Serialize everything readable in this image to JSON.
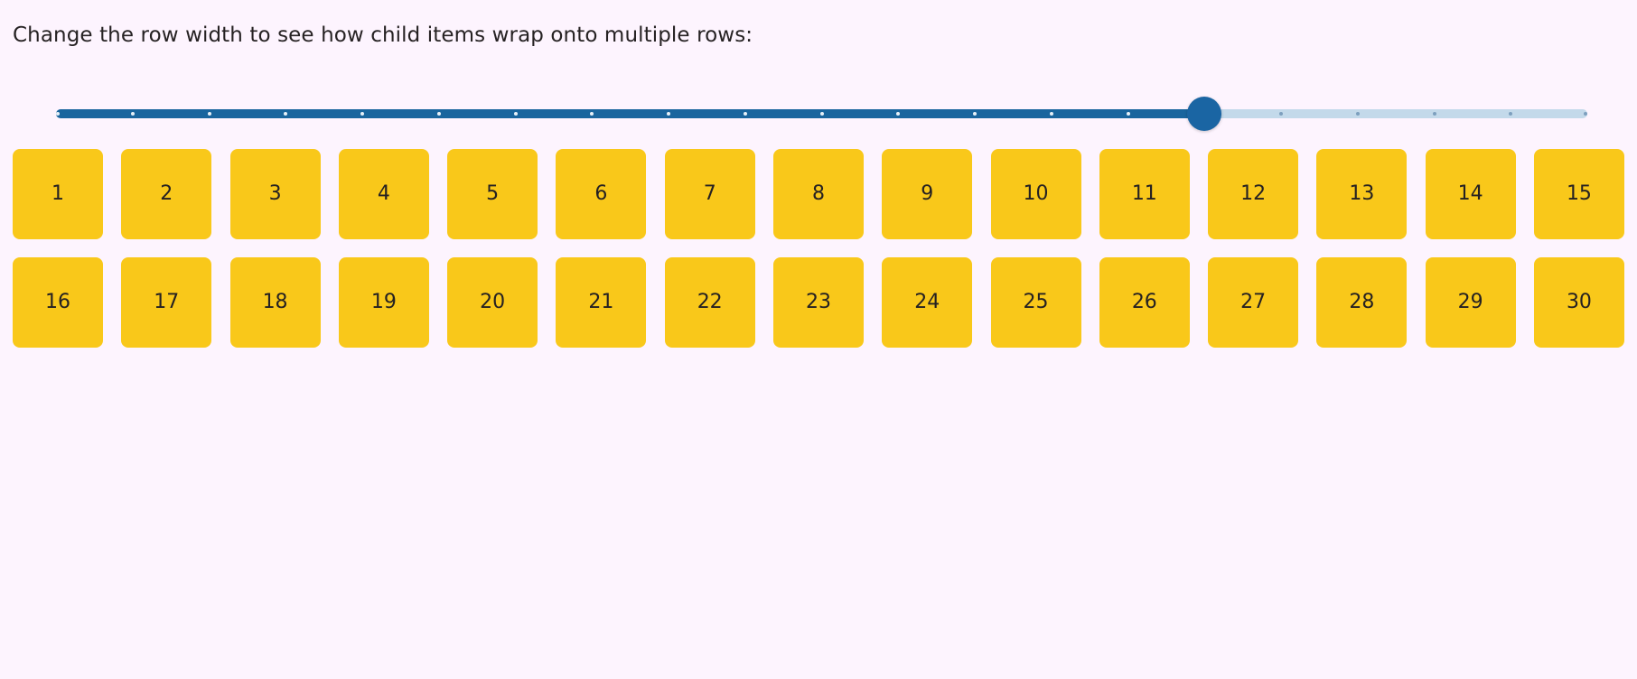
{
  "page": {
    "background_color": "#fdf4fe",
    "caption": "Change the row width to see how child items wrap onto multiple rows:"
  },
  "slider": {
    "name": "row-width-slider",
    "orientation": "horizontal",
    "value": 75,
    "min": 0,
    "max": 100,
    "tick_count": 21,
    "filled_fraction": 0.75,
    "colors": {
      "fill": "#19659e",
      "rail": "#c3d9ea",
      "thumb": "#1a65a3",
      "tick_on_fill": "#e8f1f8",
      "tick_on_rail": "#7d9fbe"
    }
  },
  "items": {
    "count": 30,
    "per_row": 15,
    "box_color": "#f9c81a",
    "label_color": "#252122",
    "labels": [
      "1",
      "2",
      "3",
      "4",
      "5",
      "6",
      "7",
      "8",
      "9",
      "10",
      "11",
      "12",
      "13",
      "14",
      "15",
      "16",
      "17",
      "18",
      "19",
      "20",
      "21",
      "22",
      "23",
      "24",
      "25",
      "26",
      "27",
      "28",
      "29",
      "30"
    ]
  }
}
